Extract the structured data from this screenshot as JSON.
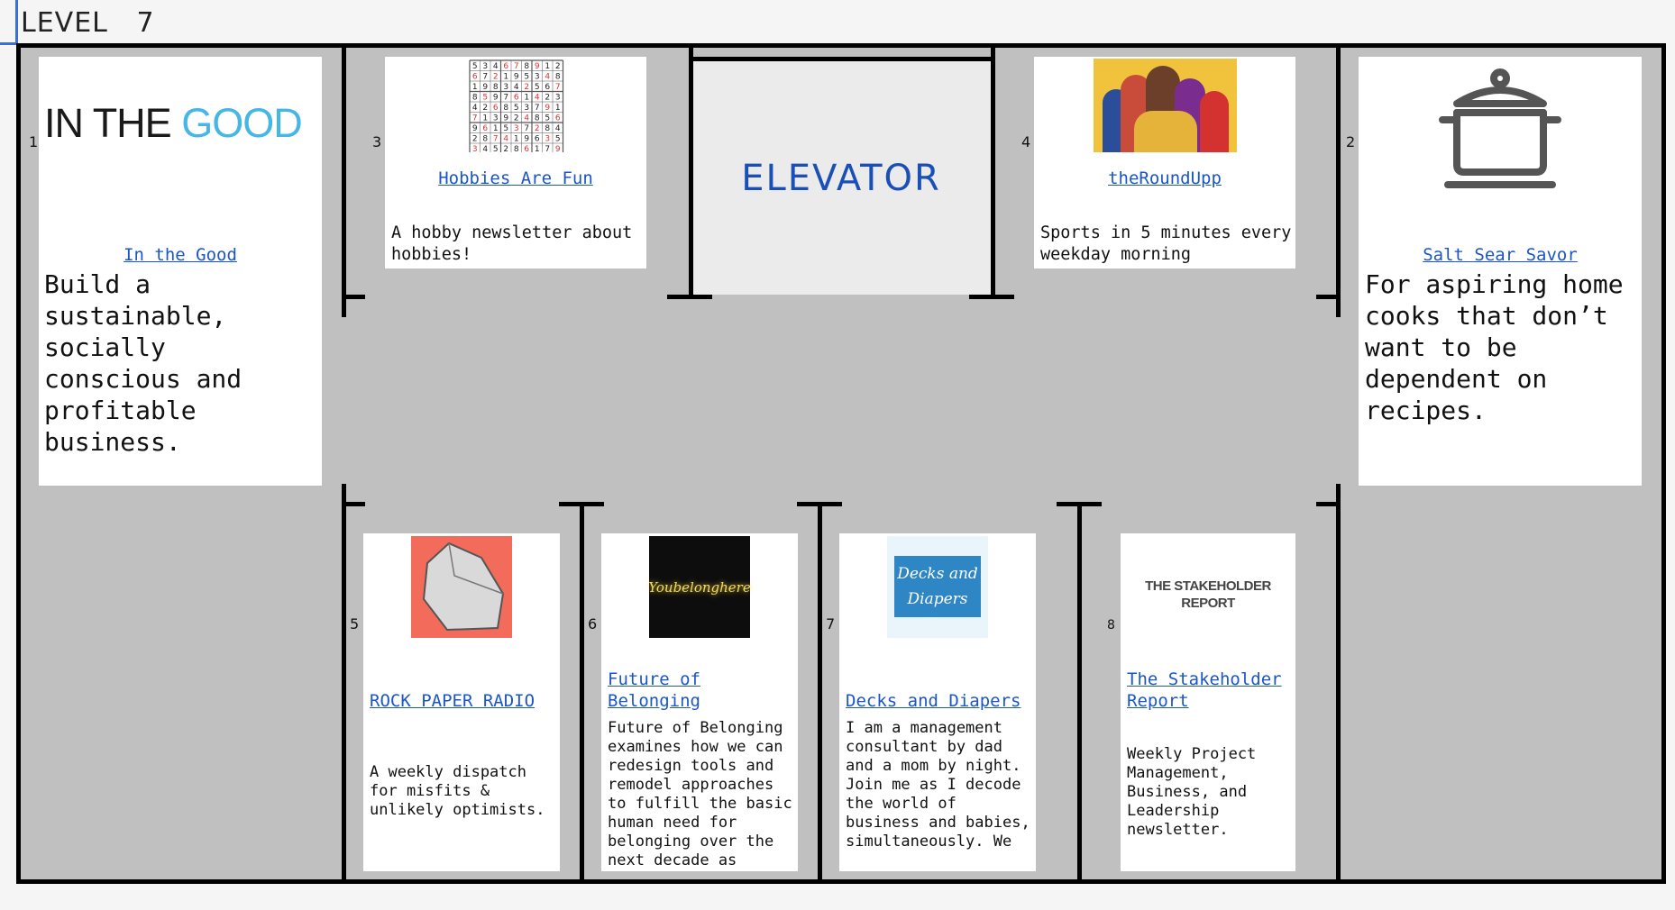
{
  "level": {
    "label": "LEVEL",
    "number": "7"
  },
  "elevator": {
    "label": "ELEVATOR"
  },
  "rooms": [
    {
      "number": "1",
      "logo_text_dark": "IN THE ",
      "logo_text_accent": "GOOD",
      "title": "In the Good",
      "description": "Build a sustainable, socially conscious and profitable business."
    },
    {
      "number": "3",
      "image": "sudoku-puzzle-image",
      "title": "Hobbies Are Fun",
      "description": "A hobby newsletter about hobbies!"
    },
    {
      "number": "4",
      "image": "athletes-collage-image",
      "title": "theRoundUpp",
      "description": "Sports in 5 minutes every weekday morning"
    },
    {
      "number": "2",
      "image": "cooking-pot-icon",
      "title": "Salt Sear Savor",
      "description": "For aspiring home cooks that don’t want to be dependent on recipes."
    },
    {
      "number": "5",
      "image": "rock-image",
      "title": "ROCK PAPER RADIO",
      "description": "A weekly dispatch for misfits & unlikely optimists."
    },
    {
      "number": "6",
      "image_text": "Youbelonghere",
      "title": "Future of Belonging",
      "description": "Future of Belonging examines how we can redesign tools and remodel approaches to fulfill the basic human need for belonging over the next decade as"
    },
    {
      "number": "7",
      "image_text": "Decks and Diapers",
      "title": "Decks and Diapers",
      "description": "I am a management consultant by dad and a mom by night. Join me as I decode the world of business and babies, simultaneously. We"
    },
    {
      "number": "8",
      "image_text": "THE STAKEHOLDER REPORT",
      "title": "The Stakeholder Report",
      "description": "Weekly Project Management, Business, and Leadership newsletter."
    }
  ],
  "sudoku": [
    "534678912",
    "672195348",
    "198342567",
    "859761423",
    "426853791",
    "713924856",
    "961537284",
    "287419635",
    "345286179"
  ],
  "colors": {
    "link": "#1a56c9",
    "elevator_text": "#1a4fb8",
    "floor": "#c0c0c0",
    "logo_accent": "#45b6e6",
    "rock_bg": "#f26b5b",
    "decks_bg": "#2f86c4"
  }
}
